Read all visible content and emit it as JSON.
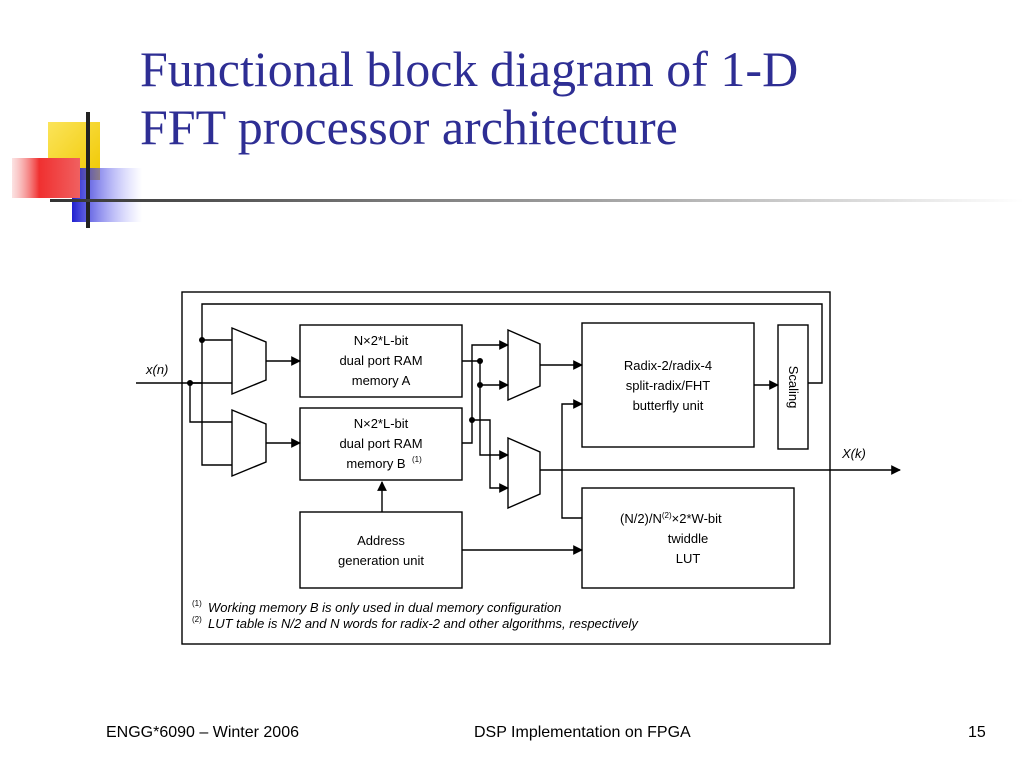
{
  "slide": {
    "title_line1": "Functional block diagram of 1-D",
    "title_line2": "FFT processor architecture"
  },
  "diagram": {
    "input_label": "x(n)",
    "output_label": "X(k)",
    "ram_a": [
      "N×2*L-bit",
      "dual port RAM",
      "memory A"
    ],
    "ram_b": [
      "N×2*L-bit",
      "dual port RAM",
      "memory B"
    ],
    "ram_b_sup": "(1)",
    "butterfly": [
      "Radix-2/radix-4",
      "split-radix/FHT",
      "butterfly unit"
    ],
    "scaling": "Scaling",
    "address_unit": [
      "Address",
      "generation unit"
    ],
    "twiddle": [
      "(N/2)/N",
      "×2*W-bit",
      "twiddle",
      "LUT"
    ],
    "twiddle_sup": "(2)",
    "note1_marker": "(1)",
    "note1_text": "Working memory B is only used in dual memory configuration",
    "note2_marker": "(2)",
    "note2_text": "LUT table is N/2 and N words for radix-2 and other algorithms, respectively"
  },
  "footer": {
    "left": "ENGG*6090 – Winter 2006",
    "center": "DSP Implementation on FPGA",
    "right": "15"
  },
  "colors": {
    "title": "#2e2e94",
    "deco_yellow": "#f4d31f",
    "deco_blue": "#3a3ad6",
    "deco_red": "#f04848"
  }
}
